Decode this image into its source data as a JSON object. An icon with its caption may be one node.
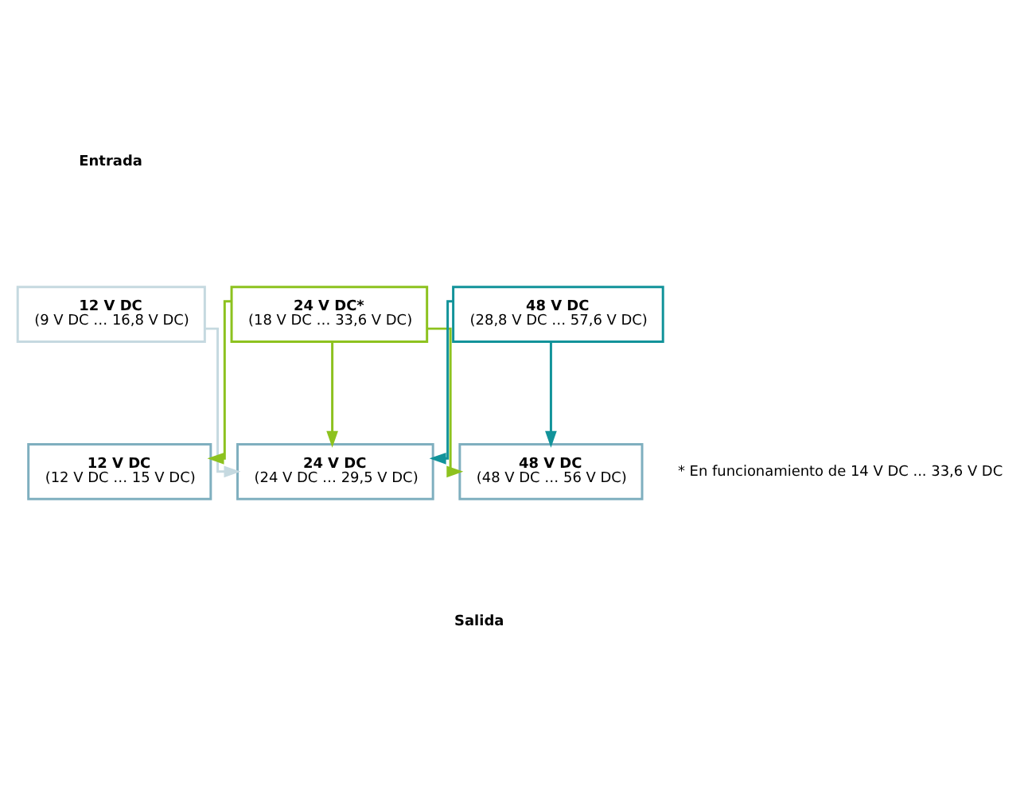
{
  "diagram": {
    "nodes": [
      {
        "text": [
          "12 V DC",
          "(9 V DC … 16,8 V DC)"
        ]
      },
      {
        "text": [
          "24 V DC*",
          "(18 V DC … 33,6 V DC)"
        ]
      },
      {
        "text": [
          "48 V DC",
          "(28,8 V DC … 57,6 V DC)"
        ]
      },
      {
        "text": [
          "12 V DC",
          "(12 V DC … 15 V DC)"
        ]
      },
      {
        "text": [
          "24 V DC",
          "(24 V DC … 29,5 V DC)"
        ]
      },
      {
        "text": [
          "48 V DC",
          "(48 V DC … 56 V DC)"
        ]
      }
    ],
    "edges": [
      {
        "from": 0,
        "to": 4,
        "arrow": "to",
        "color": "#c5d9e0"
      },
      {
        "from": 1,
        "to": 3,
        "arrow": "to",
        "color": "#8dc21f"
      },
      {
        "from": 1,
        "to": 4,
        "arrow": "to",
        "color": "#8dc21f"
      },
      {
        "from": 1,
        "to": 5,
        "arrow": "to",
        "color": "#8dc21f"
      },
      {
        "from": 2,
        "to": 4,
        "arrow": "to",
        "color": "#12939a"
      },
      {
        "from": 2,
        "to": 5,
        "arrow": "to",
        "color": "#12939a"
      }
    ],
    "labels": [
      "Entrada",
      "Salida",
      "* En funcionamiento de 14 V DC ... 33,6 V DC"
    ]
  }
}
